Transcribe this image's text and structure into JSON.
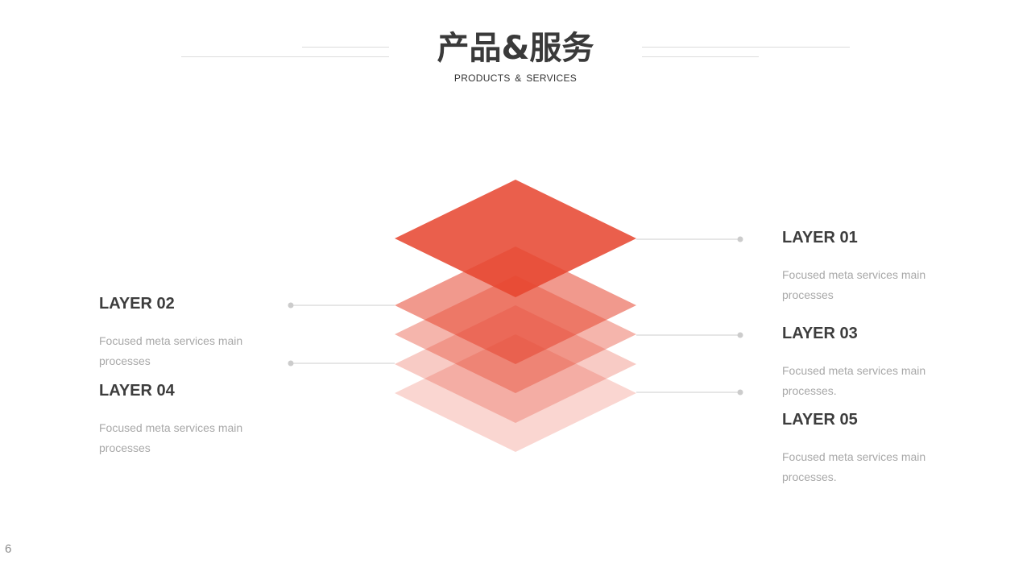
{
  "header": {
    "title": "产品&服务",
    "subtitle": "PRODUCTS & SERVICES"
  },
  "colors": {
    "accent": "#e6452f",
    "connector": "#cccccc",
    "title_text": "#3a3a3a",
    "body_text": "#a8a8a8"
  },
  "layers": [
    {
      "title": "LAYER 01",
      "description": "Focused meta services main processes"
    },
    {
      "title": "LAYER 02",
      "description": "Focused meta services main processes"
    },
    {
      "title": "LAYER 03",
      "description": "Focused meta services main processes."
    },
    {
      "title": "LAYER 04",
      "description": "Focused meta services main processes"
    },
    {
      "title": "LAYER 05",
      "description": "Focused meta services main processes."
    }
  ],
  "footer": {
    "page_number": "6"
  }
}
